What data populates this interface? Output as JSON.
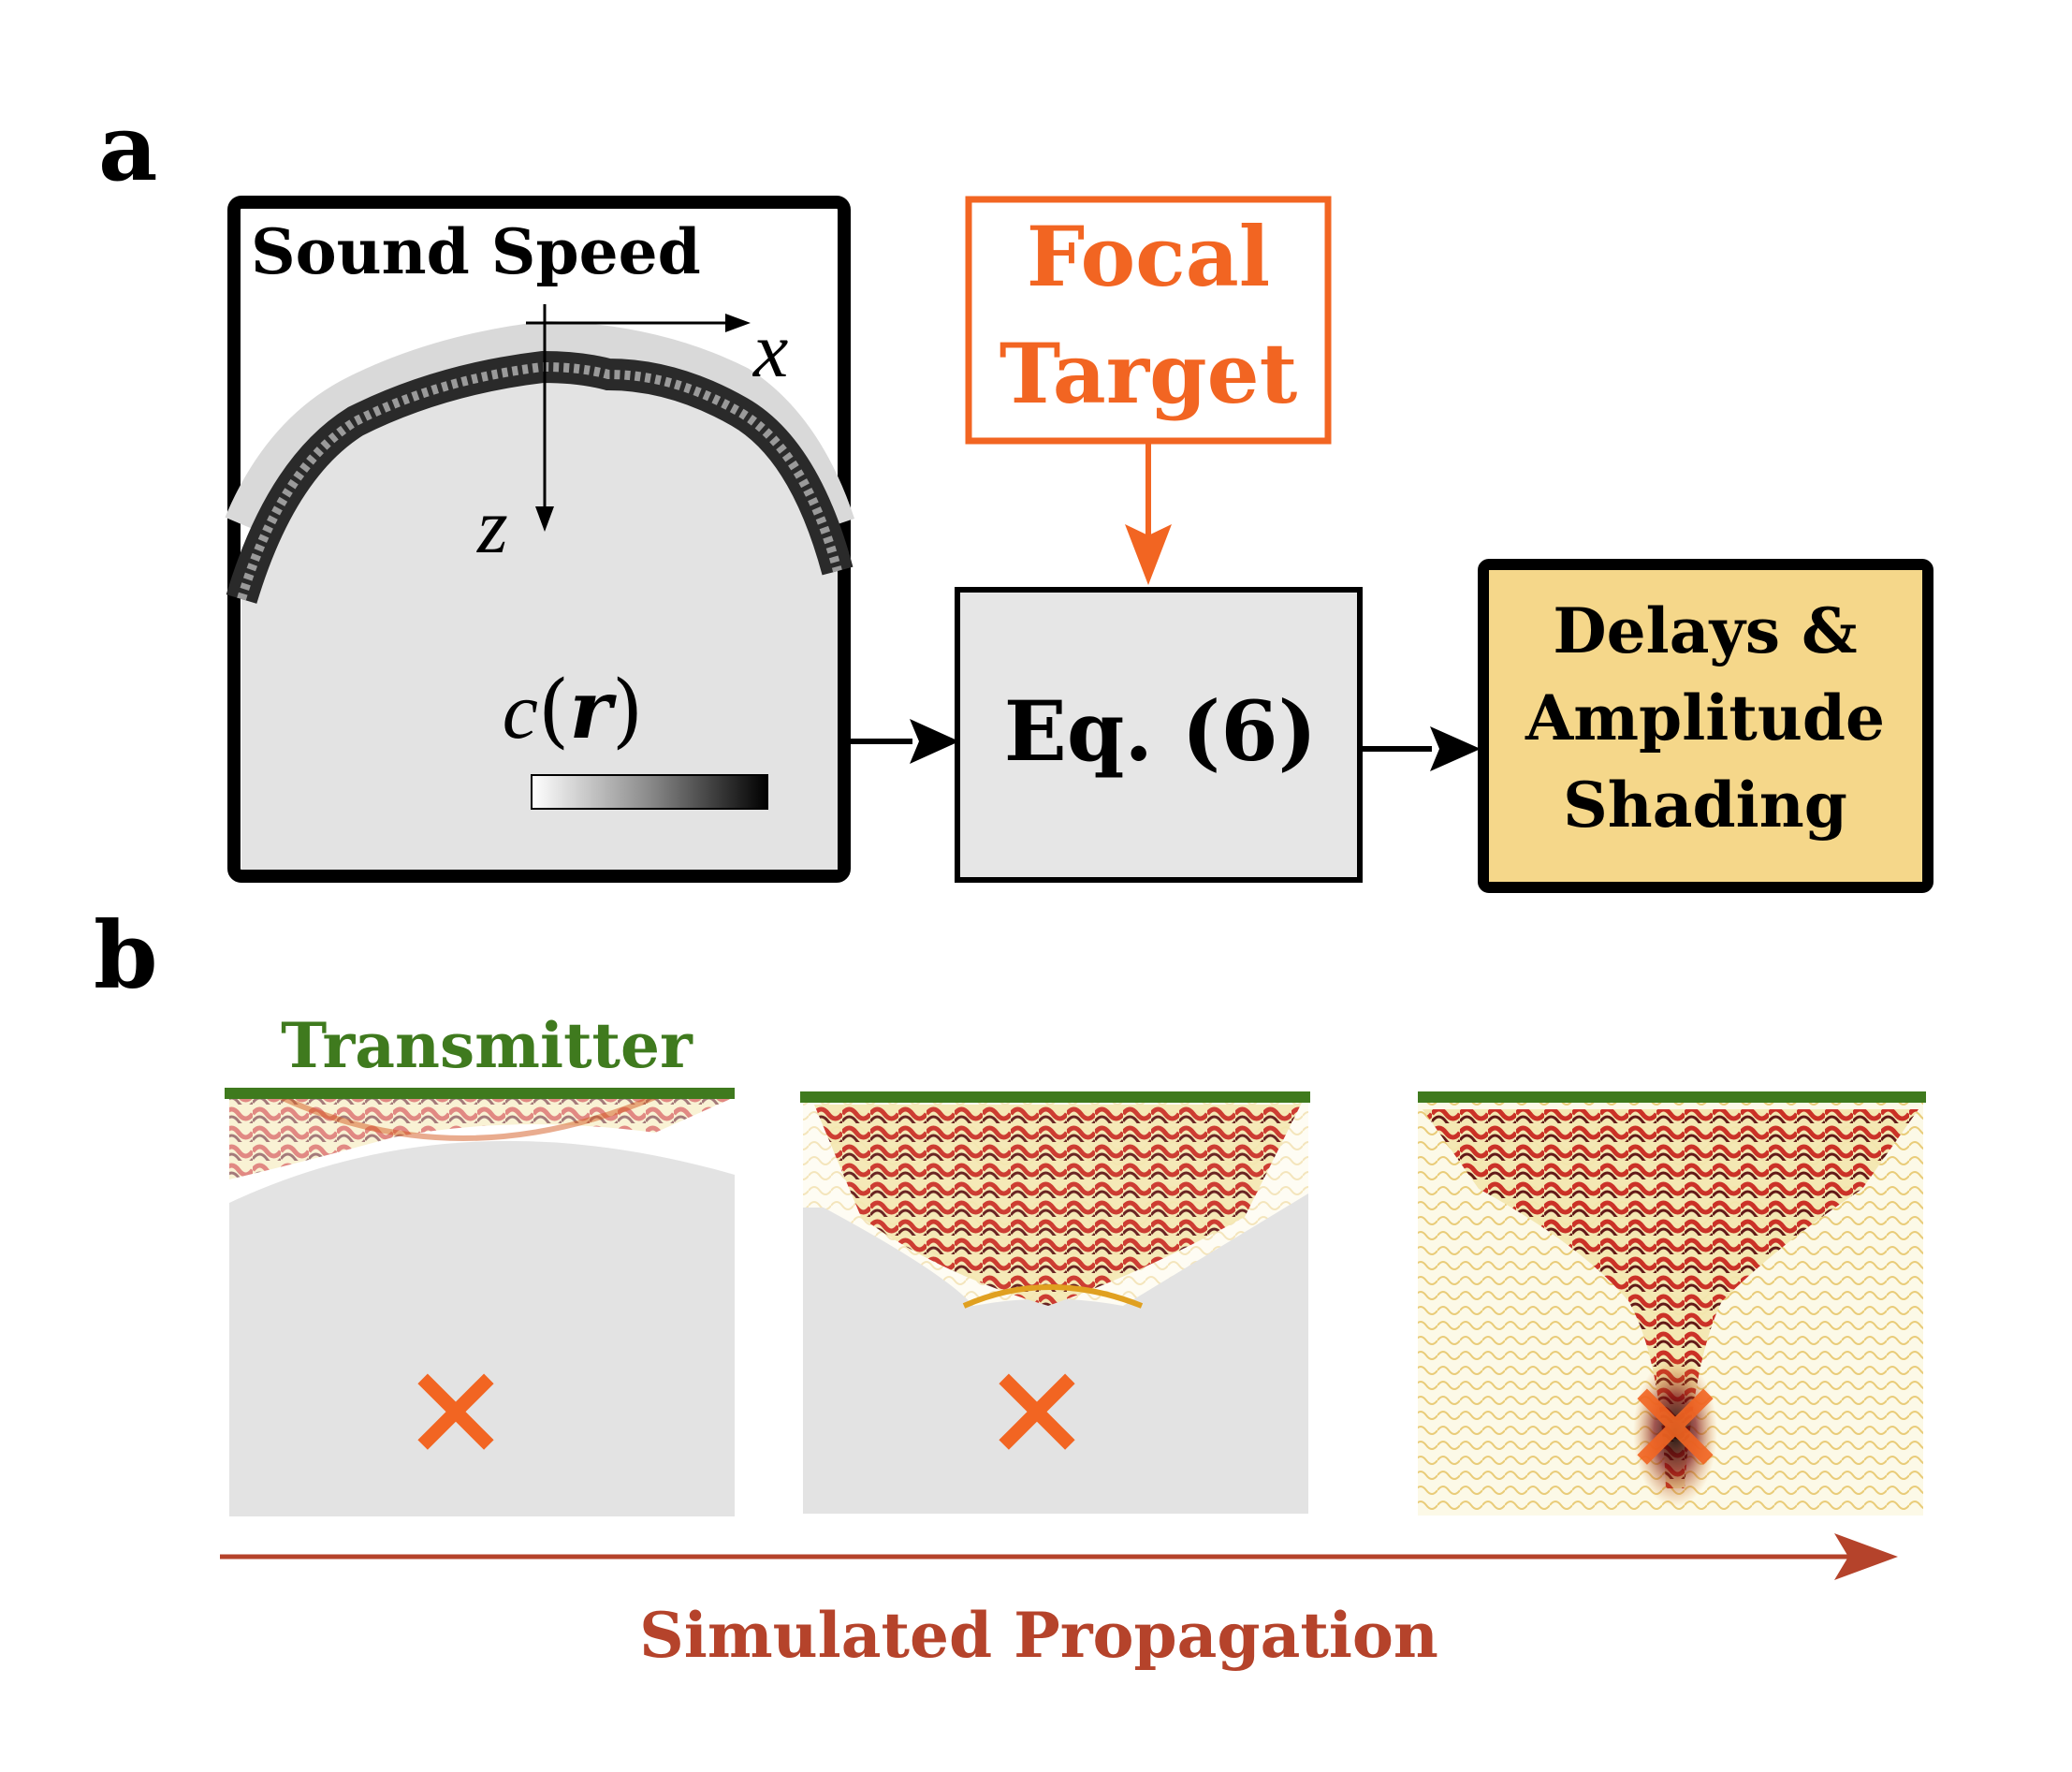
{
  "panel_a": {
    "label": "a",
    "sound_speed": {
      "title": "Sound Speed",
      "axis_x": "x",
      "axis_z": "z",
      "colorbar_label_c": "c",
      "colorbar_label_open": "(",
      "colorbar_label_r": "r",
      "colorbar_label_close": ")"
    },
    "focal_target": {
      "line1": "Focal",
      "line2": "Target"
    },
    "equation_box": {
      "label": "Eq. (6)"
    },
    "output_box": {
      "line1": "Delays &",
      "line2": "Amplitude",
      "line3": "Shading"
    }
  },
  "panel_b": {
    "label": "b",
    "transmitter_label": "Transmitter",
    "propagation_label": "Simulated Propagation",
    "snapshots": [
      {
        "stage": "early"
      },
      {
        "stage": "middle"
      },
      {
        "stage": "focused"
      }
    ],
    "marker": "×"
  },
  "colors": {
    "focal_orange": "#f26522",
    "transmitter_green": "#3f7a1e",
    "propagation_red": "#b5432b",
    "output_fill": "#f5d78a",
    "eq_fill": "#e6e6e6",
    "tissue_gray": "#e3e3e3"
  }
}
